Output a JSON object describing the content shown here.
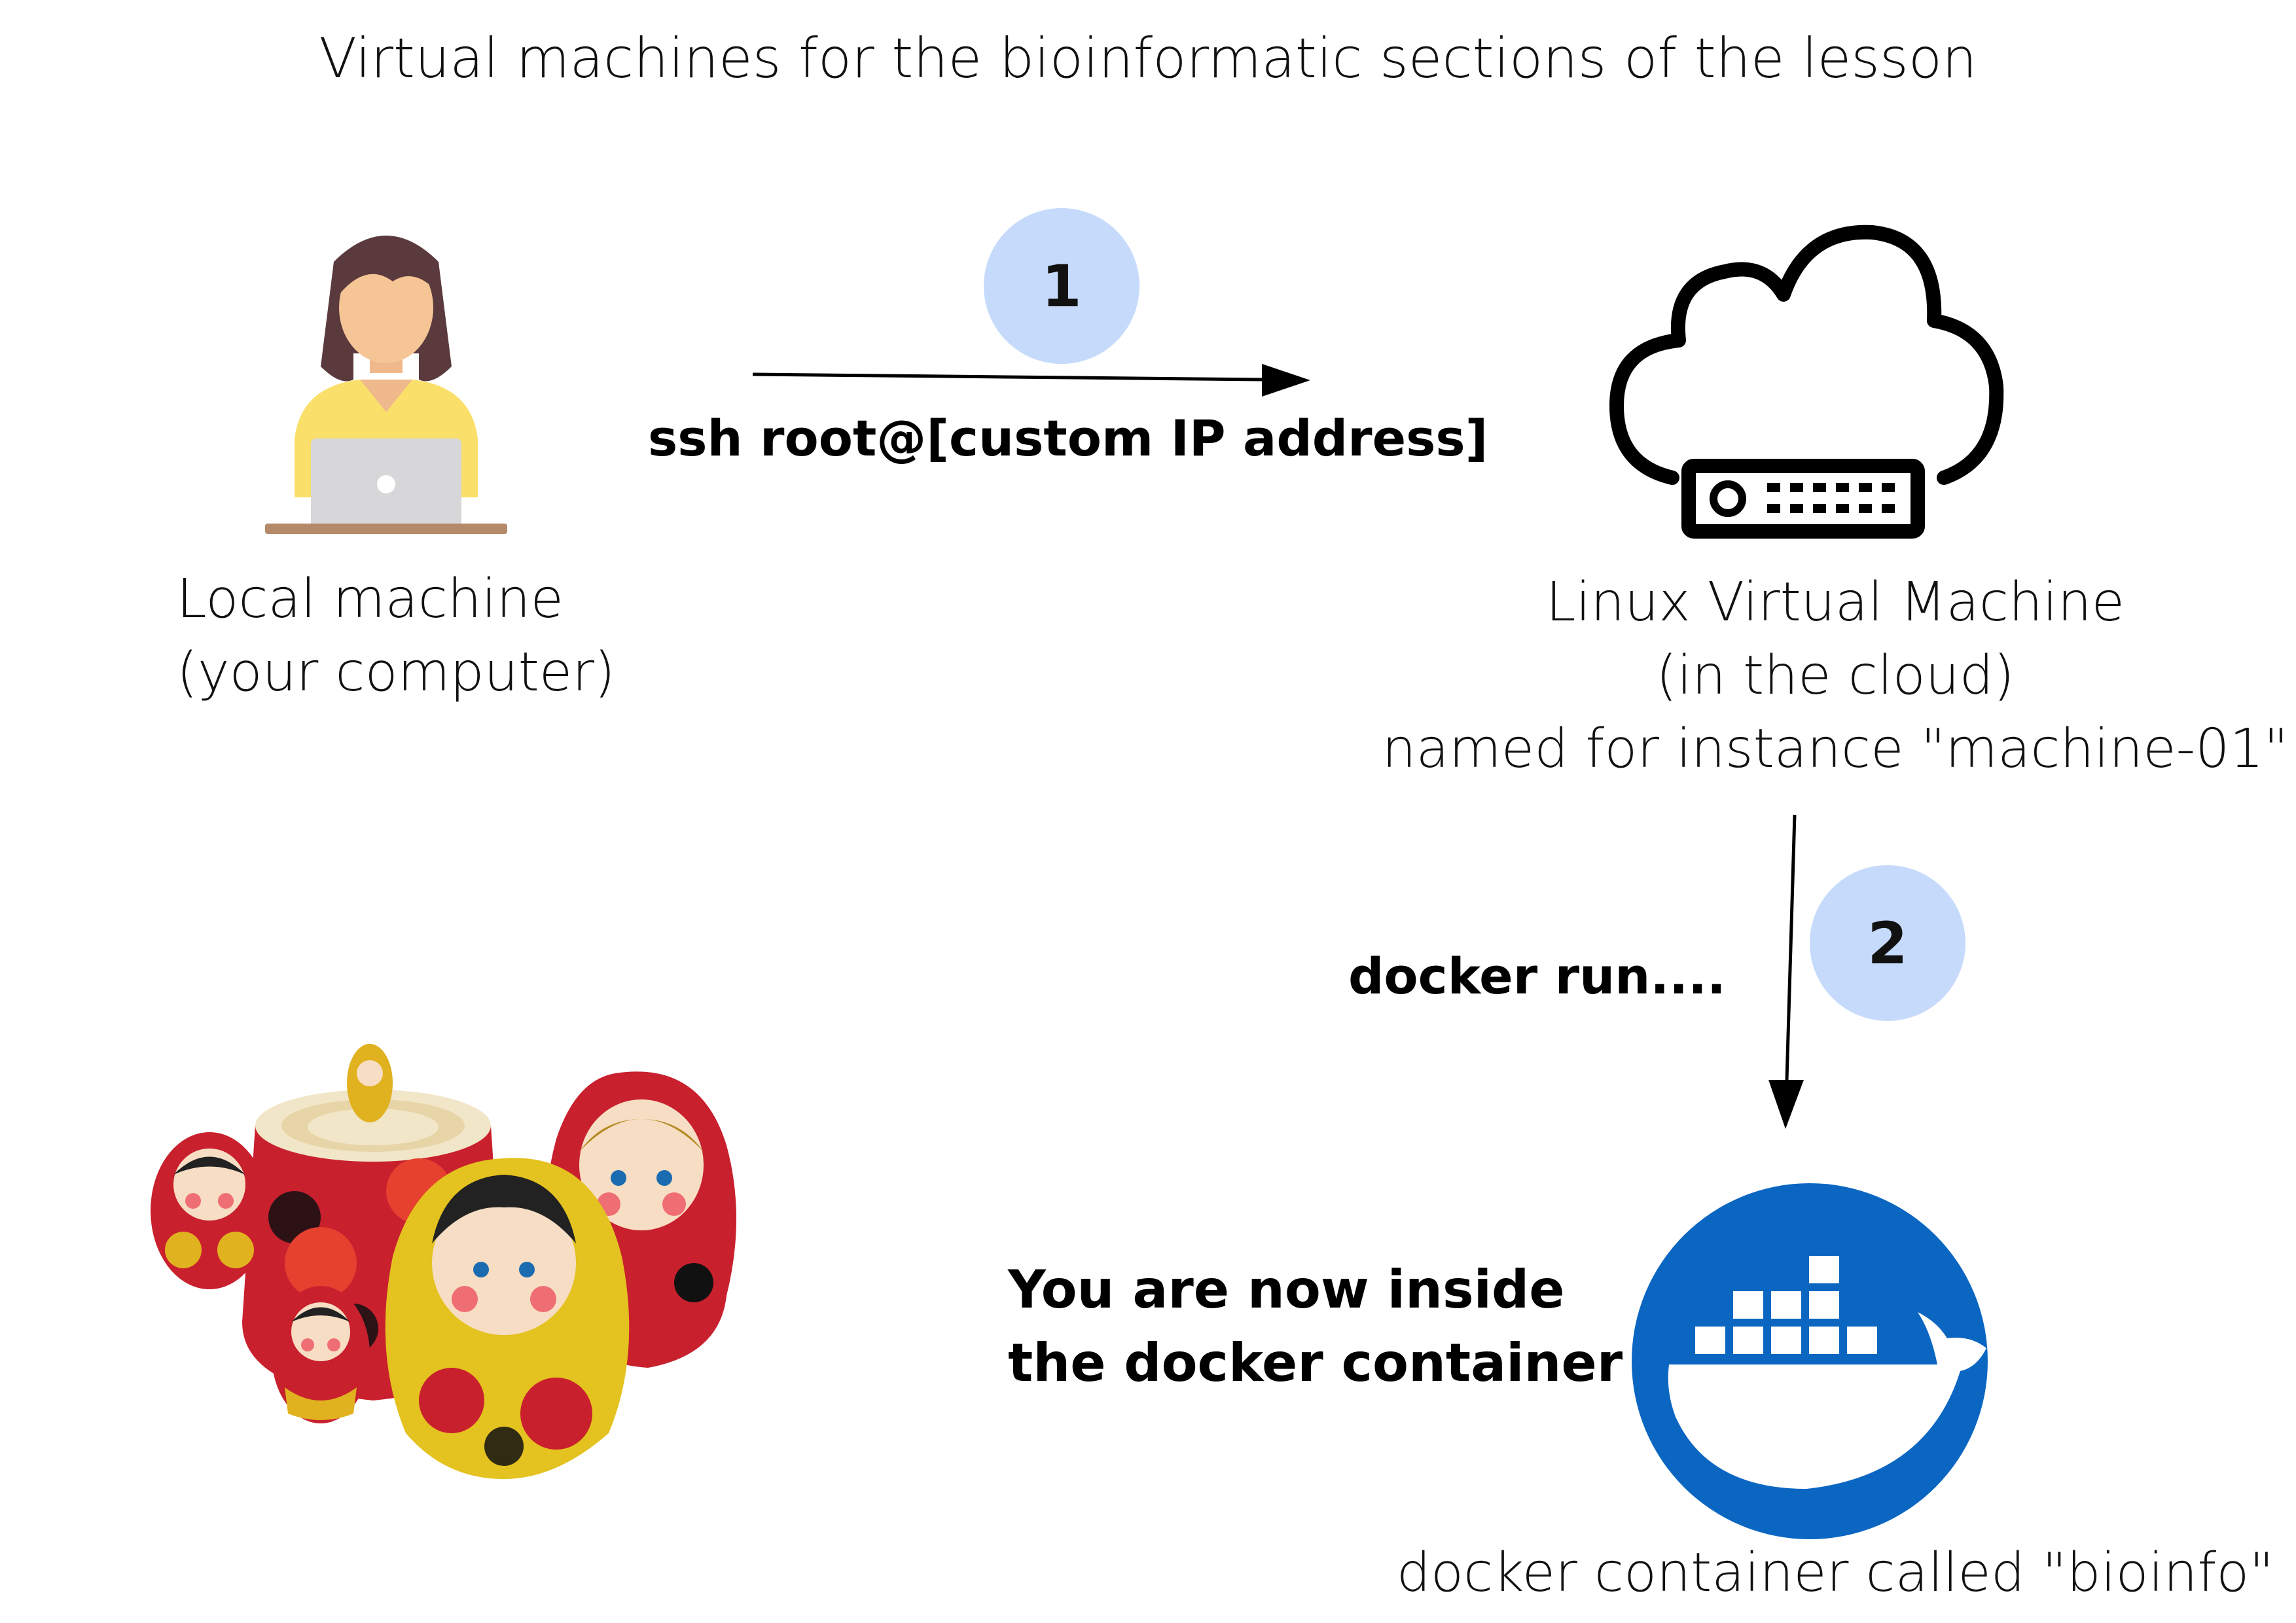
{
  "title": "Virtual machines for the bioinformatic sections of the lesson",
  "local_machine": {
    "line1": "Local machine",
    "line2": "(your computer)",
    "icon": "person-at-laptop-icon"
  },
  "step1": {
    "number": "1",
    "command": "ssh root@[custom IP address]"
  },
  "vm": {
    "line1": "Linux Virtual Machine",
    "line2": "(in the cloud)",
    "line3": "named for instance \"machine-01\"",
    "icon": "cloud-server-icon"
  },
  "step2": {
    "number": "2",
    "command": "docker run...."
  },
  "inside_note": {
    "line1": "You are now inside",
    "line2": "the docker container"
  },
  "container": {
    "caption": "docker container called \"bioinfo\"",
    "icon": "docker-whale-icon"
  },
  "illustration": {
    "icon": "matryoshka-dolls-icon"
  },
  "colors": {
    "step_circle": "#c6dbfb",
    "docker_blue": "#0b66c2",
    "text": "#111111"
  }
}
